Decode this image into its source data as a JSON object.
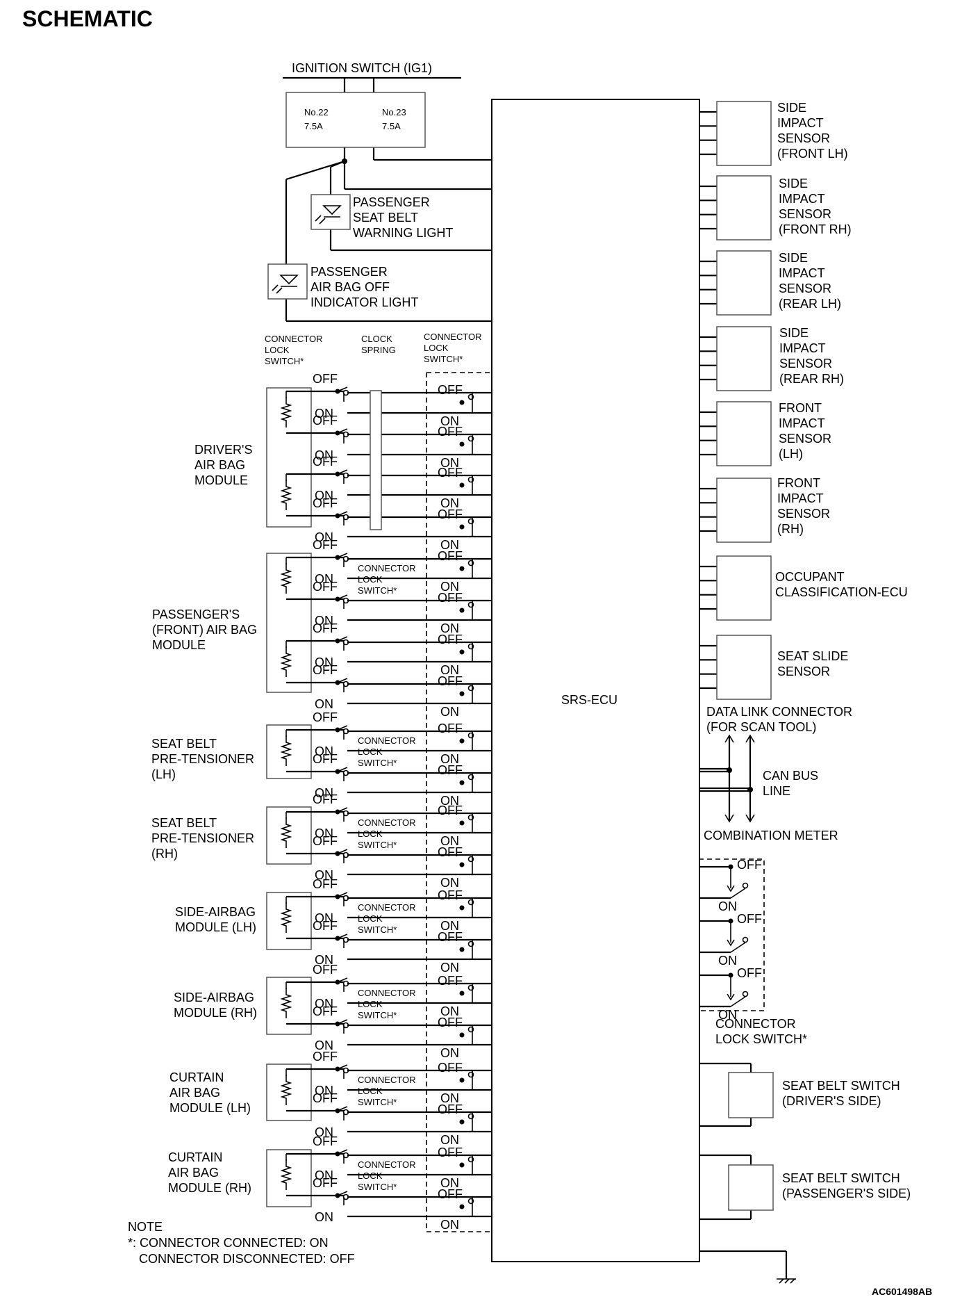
{
  "title": "SCHEMATIC",
  "ignition": "IGNITION SWITCH (IG1)",
  "fuses": [
    {
      "no": "No.22",
      "rating": "7.5A"
    },
    {
      "no": "No.23",
      "rating": "7.5A"
    }
  ],
  "warning_light": [
    "PASSENGER",
    "SEAT BELT",
    "WARNING LIGHT"
  ],
  "indicator_light": [
    "PASSENGER",
    "AIR BAG OFF",
    "INDICATOR LIGHT"
  ],
  "col_headers": {
    "left": [
      "CONNECTOR",
      "LOCK",
      "SWITCH*"
    ],
    "mid": [
      "CLOCK",
      "SPRING"
    ],
    "right": [
      "CONNECTOR",
      "LOCK",
      "SWITCH*"
    ]
  },
  "switch_labels": {
    "off": "OFF",
    "on": "ON"
  },
  "lock_switch_label": [
    "CONNECTOR",
    "LOCK",
    "SWITCH*"
  ],
  "modules": [
    {
      "id": "driver",
      "lines": [
        "DRIVER'S",
        "AIR BAG",
        "MODULE"
      ]
    },
    {
      "id": "passenger",
      "lines": [
        "PASSENGER'S",
        "(FRONT) AIR BAG",
        "MODULE"
      ]
    },
    {
      "id": "pt-lh",
      "lines": [
        "SEAT BELT",
        "PRE-TENSIONER",
        "(LH)"
      ]
    },
    {
      "id": "pt-rh",
      "lines": [
        "SEAT BELT",
        "PRE-TENSIONER",
        "(RH)"
      ]
    },
    {
      "id": "side-lh",
      "lines": [
        "SIDE-AIRBAG",
        "MODULE (LH)"
      ]
    },
    {
      "id": "side-rh",
      "lines": [
        "SIDE-AIRBAG",
        "MODULE (RH)"
      ]
    },
    {
      "id": "curtain-lh",
      "lines": [
        "CURTAIN",
        "AIR BAG",
        "MODULE (LH)"
      ]
    },
    {
      "id": "curtain-rh",
      "lines": [
        "CURTAIN",
        "AIR BAG",
        "MODULE (RH)"
      ]
    }
  ],
  "ecu": "SRS-ECU",
  "sensors": [
    {
      "id": "side-front-lh",
      "lines": [
        "SIDE",
        "IMPACT",
        "SENSOR",
        "(FRONT LH)"
      ]
    },
    {
      "id": "side-front-rh",
      "lines": [
        "SIDE",
        "IMPACT",
        "SENSOR",
        "(FRONT RH)"
      ]
    },
    {
      "id": "side-rear-lh",
      "lines": [
        "SIDE",
        "IMPACT",
        "SENSOR",
        "(REAR LH)"
      ]
    },
    {
      "id": "side-rear-rh",
      "lines": [
        "SIDE",
        "IMPACT",
        "SENSOR",
        "(REAR RH)"
      ]
    },
    {
      "id": "front-lh",
      "lines": [
        "FRONT",
        "IMPACT",
        "SENSOR",
        "(LH)"
      ]
    },
    {
      "id": "front-rh",
      "lines": [
        "FRONT",
        "IMPACT",
        "SENSOR",
        "(RH)"
      ]
    },
    {
      "id": "occupant",
      "lines": [
        "OCCUPANT",
        "CLASSIFICATION-ECU"
      ]
    },
    {
      "id": "seat-slide",
      "lines": [
        "SEAT SLIDE",
        "SENSOR"
      ]
    }
  ],
  "dlc": [
    "DATA LINK CONNECTOR",
    "(FOR SCAN TOOL)"
  ],
  "can_bus": [
    "CAN BUS",
    "LINE"
  ],
  "combination_meter": "COMBINATION METER",
  "ecu_lock_switch": [
    "CONNECTOR",
    "LOCK SWITCH*"
  ],
  "seatbelt_switches": [
    [
      "SEAT BELT SWITCH",
      "(DRIVER'S SIDE)"
    ],
    [
      "SEAT BELT SWITCH",
      "(PASSENGER'S SIDE)"
    ]
  ],
  "note": [
    "NOTE",
    "*: CONNECTOR CONNECTED: ON",
    "CONNECTOR DISCONNECTED: OFF"
  ],
  "ref": "AC601498AB"
}
